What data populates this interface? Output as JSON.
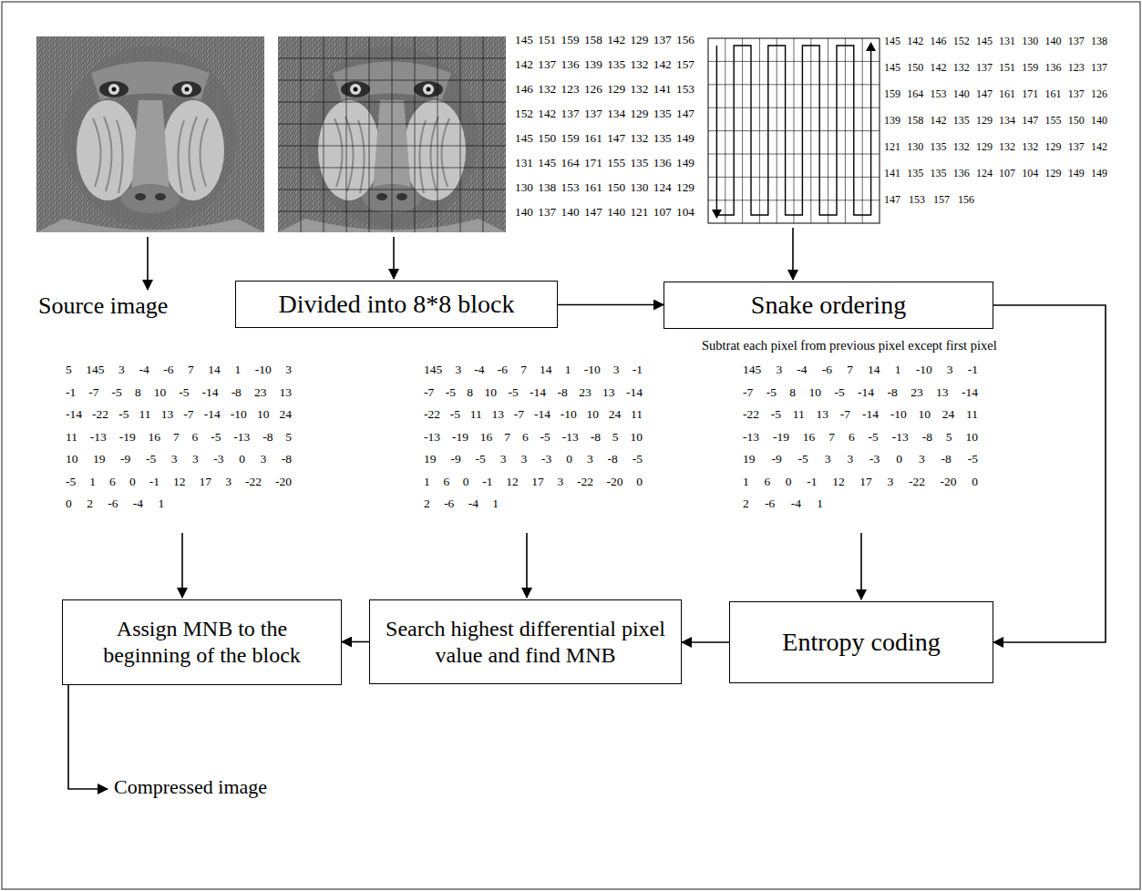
{
  "diagram": {
    "nodes": [
      {
        "text": [
          "Divided into 8*8 block"
        ]
      },
      {
        "text": [
          "Snake ordering"
        ]
      },
      {
        "text": [
          "Entropy coding"
        ]
      },
      {
        "text": [
          "Search highest differential pixel value and find MNB"
        ]
      },
      {
        "text": [
          "Assign MNB to the beginning of the block"
        ]
      }
    ],
    "edges": [
      {
        "from": 0,
        "to": 1,
        "arrow": "to"
      },
      {
        "from": 1,
        "to": 2,
        "arrow": "to"
      },
      {
        "from": 2,
        "to": 3,
        "arrow": "to"
      },
      {
        "from": 3,
        "to": 4,
        "arrow": "to"
      }
    ],
    "labels": [
      "Source image",
      "145 151 159 158 142 129 137 156",
      "142 137 136 139 135 132 142 157",
      "146 132 123 126 129 132 141 153",
      "152 142 137 137 134 129 135 147",
      "145 150 159 161 147 132 135 149",
      "131 145 164 171 155 135 136 149",
      "130 138 153 161 150 130 124 129",
      "140 137 140 147 140 121 107 104",
      "145 142 146 152 145 131 130 140 137 138",
      "145 150 142 132 137 151 159 136 123 137",
      "159 164 153 140 147 161 171 161 137 126",
      "139 158 142 135 129 134 147 155 150 140",
      "121 130 135 132 129 132 132 129 137 142",
      "141 135 135 136 124 107 104 129 149 149",
      "147 153 157 156",
      "Subtrat each pixel from previous pixel except first pixel",
      "145 3 -4 -6 7 14 1 -10 3 -1",
      "-7 -5 8 10 -5 -14 -8 23 13 -14",
      "-22 -5 11 13 -7 -14 -10 10 24 11",
      "-13 -19 16 7 6 -5 -13 -8 5 10",
      "19 -9 -5 3 3 -3 0 3 -8 -5",
      "1 6 0 -1 12 17 3 -22 -20 0",
      "2 -6 -4 1",
      "145 3 -4 -6 7 14 1 -10 3 -1",
      "-7 -5 8 10 -5 -14 -8 23 13 -14",
      "-22 -5 11 13 -7 -14 -10 10 24 11",
      "-13 -19 16 7 6 -5 -13 -8 5 10",
      "19 -9 -5 3 3 -3 0 3 -8 -5",
      "1 6 0 -1 12 17 3 -22 -20 0",
      "2 -6 -4 1",
      "5 145 3 -4 -6 7 14 1 -10 3",
      "-1 -7 -5 8 10 -5 -14 -8 23 13",
      "-14 -22 -5 11 13 -7 -14 -10 10 24",
      "11 -13 -19 16 7 6 -5 -13 -8 5",
      "10 19 -9 -5 3 3 -3 0 3 -8",
      "-5 1 6 0 -1 12 17 3 -22 -20",
      "0 2 -6 -4 1",
      "Compressed image"
    ]
  }
}
